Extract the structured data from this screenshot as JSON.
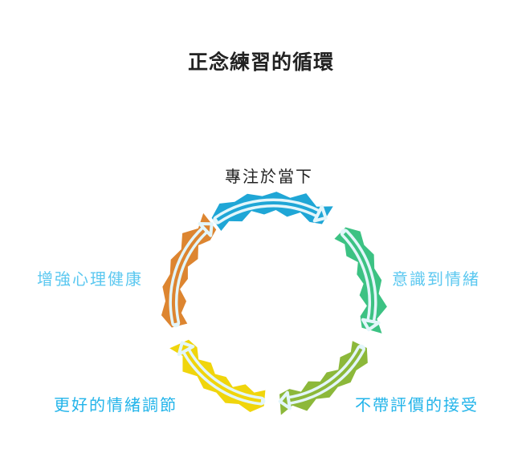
{
  "title": "正念練習的循環",
  "steps": [
    {
      "label": "專注於當下",
      "color": "#1fa6d6",
      "label_color": "#222222"
    },
    {
      "label": "意識到情緒",
      "color": "#3cc283",
      "label_color": "#5cc8f0"
    },
    {
      "label": "不帶評價的接受",
      "color": "#8cb83a",
      "label_color": "#22b4ea"
    },
    {
      "label": "更好的情緒調節",
      "color": "#f0d50c",
      "label_color": "#22b4ea"
    },
    {
      "label": "增強心理健康",
      "color": "#dd8530",
      "label_color": "#5cc8f0"
    }
  ],
  "arrow_color": "#e3f6fb"
}
